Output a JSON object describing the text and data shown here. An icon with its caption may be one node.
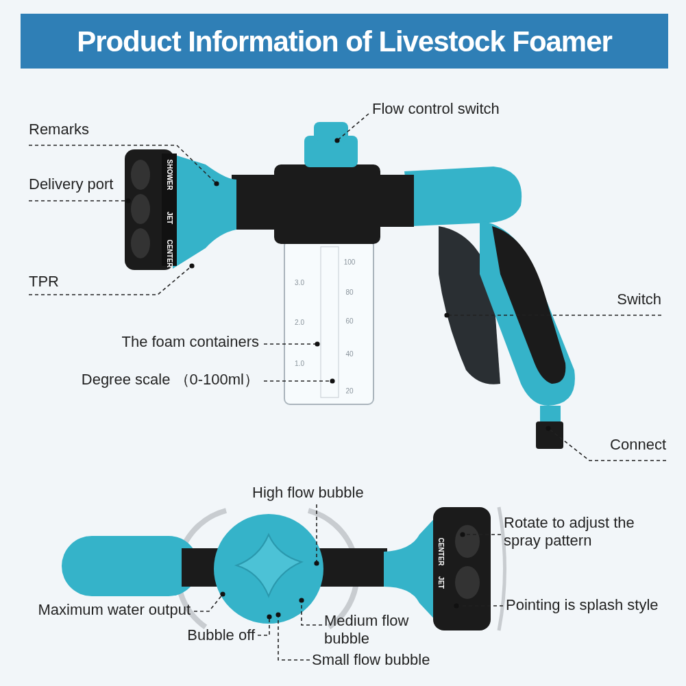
{
  "diagram": {
    "title": "Product Information of Livestock Foamer",
    "nodes": [
      {
        "text": [
          "Remarks"
        ]
      },
      {
        "text": [
          "Delivery port"
        ]
      },
      {
        "text": [
          "TPR"
        ]
      },
      {
        "text": [
          "Flow control switch"
        ]
      },
      {
        "text": [
          "Switch"
        ]
      },
      {
        "text": [
          "The foam containers"
        ]
      },
      {
        "text": [
          "Degree scale （0-100ml）"
        ]
      },
      {
        "text": [
          "Connect"
        ]
      },
      {
        "text": [
          "High flow bubble"
        ]
      },
      {
        "text": [
          "Rotate to adjust the spray pattern"
        ]
      },
      {
        "text": [
          "Maximum water output"
        ]
      },
      {
        "text": [
          "Medium flow bubble"
        ]
      },
      {
        "text": [
          "Bubble off"
        ]
      },
      {
        "text": [
          "Small flow bubble"
        ]
      },
      {
        "text": [
          "Pointing is splash style"
        ]
      }
    ],
    "edges": [
      {
        "from": 0,
        "to": null,
        "arrow": "other",
        "style": "dashed"
      },
      {
        "from": 1,
        "to": null,
        "arrow": "other",
        "style": "dashed"
      },
      {
        "from": 2,
        "to": null,
        "arrow": "other",
        "style": "dashed"
      },
      {
        "from": 3,
        "to": null,
        "arrow": "other",
        "style": "dashed"
      },
      {
        "from": 4,
        "to": null,
        "arrow": "other",
        "style": "dashed"
      },
      {
        "from": 5,
        "to": null,
        "arrow": "other",
        "style": "dashed"
      },
      {
        "from": 6,
        "to": null,
        "arrow": "other",
        "style": "dashed"
      },
      {
        "from": 7,
        "to": null,
        "arrow": "other",
        "style": "dashed"
      },
      {
        "from": 8,
        "to": null,
        "arrow": "other",
        "style": "dashed"
      },
      {
        "from": 9,
        "to": null,
        "arrow": "other",
        "style": "dashed"
      },
      {
        "from": 10,
        "to": null,
        "arrow": "other",
        "style": "dashed"
      },
      {
        "from": 11,
        "to": null,
        "arrow": "other",
        "style": "dashed"
      },
      {
        "from": 12,
        "to": null,
        "arrow": "other",
        "style": "dashed"
      },
      {
        "from": 13,
        "to": null,
        "arrow": "other",
        "style": "dashed"
      },
      {
        "from": 14,
        "to": null,
        "arrow": "other",
        "style": "dashed"
      }
    ],
    "labels": [
      "SHOWER",
      "JET",
      "CENTER",
      "3.0",
      "2.0",
      "1.0",
      "100",
      "80",
      "60",
      "40",
      "20",
      "CENTER",
      "JET"
    ]
  }
}
